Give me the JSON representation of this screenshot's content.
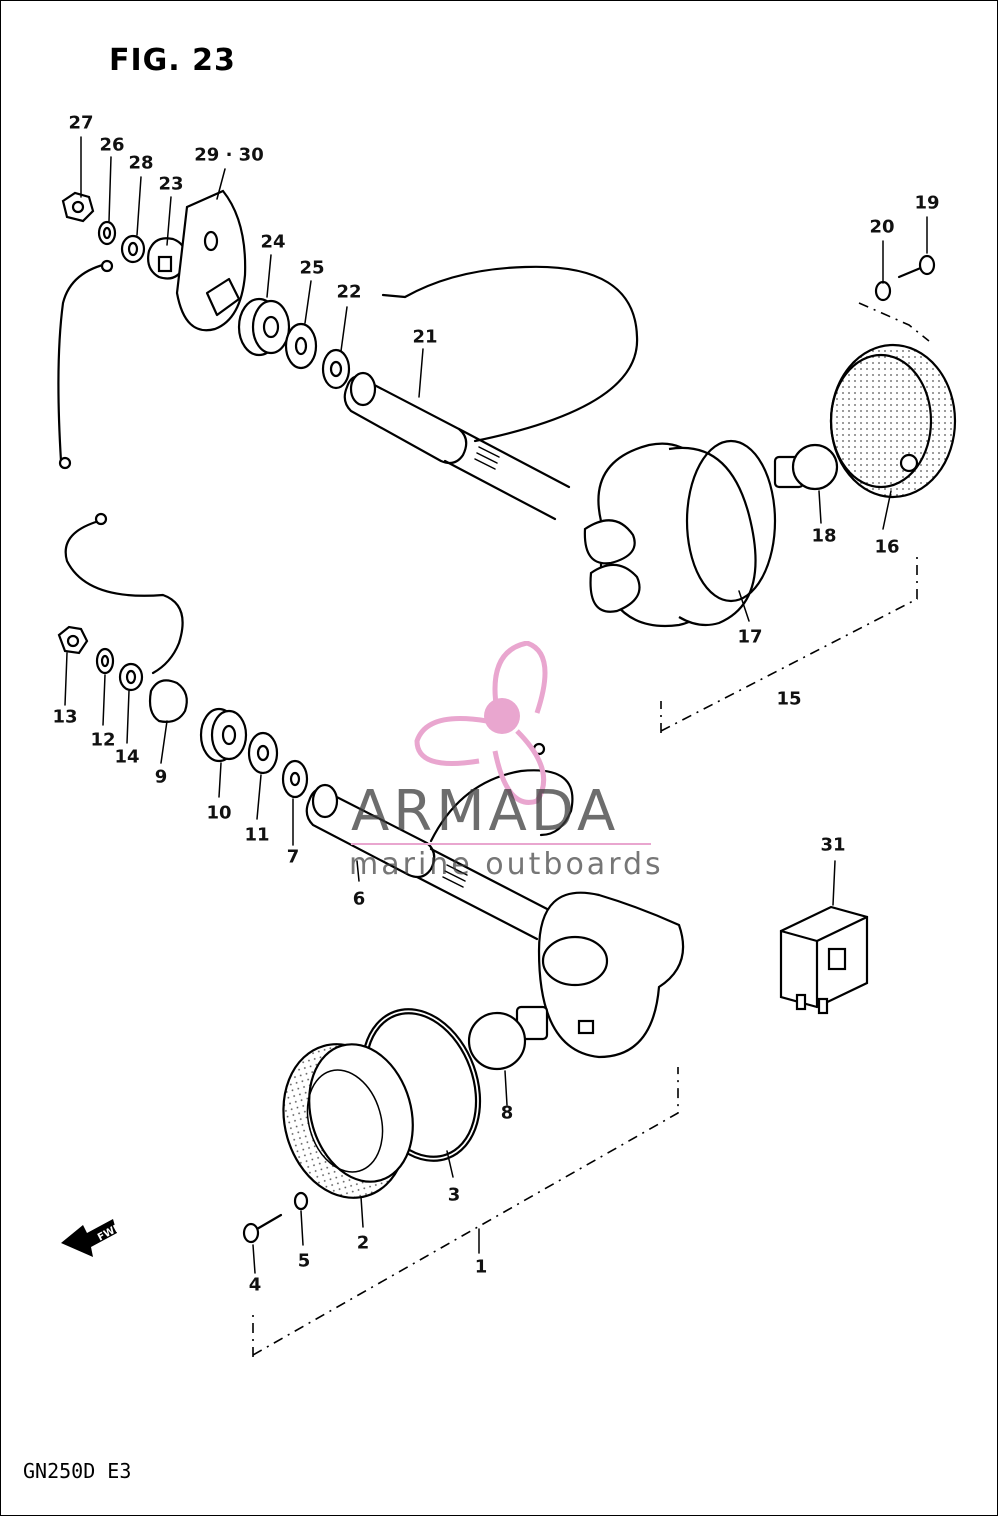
{
  "figure_title": "FIG. 23",
  "model_code": "GN250D  E3",
  "watermark": {
    "brand": "ARMADA",
    "tagline": "marine outboards",
    "color": "#e9a6cf"
  },
  "fwd_arrow_label": "FWD",
  "callouts": [
    {
      "id": "c1",
      "text": "1"
    },
    {
      "id": "c2",
      "text": "2"
    },
    {
      "id": "c3",
      "text": "3"
    },
    {
      "id": "c4",
      "text": "4"
    },
    {
      "id": "c5",
      "text": "5"
    },
    {
      "id": "c6",
      "text": "6"
    },
    {
      "id": "c7",
      "text": "7"
    },
    {
      "id": "c8",
      "text": "8"
    },
    {
      "id": "c9",
      "text": "9"
    },
    {
      "id": "c10",
      "text": "10"
    },
    {
      "id": "c11",
      "text": "11"
    },
    {
      "id": "c12",
      "text": "12"
    },
    {
      "id": "c13",
      "text": "13"
    },
    {
      "id": "c14",
      "text": "14"
    },
    {
      "id": "c15",
      "text": "15"
    },
    {
      "id": "c16",
      "text": "16"
    },
    {
      "id": "c17",
      "text": "17"
    },
    {
      "id": "c18",
      "text": "18"
    },
    {
      "id": "c19",
      "text": "19"
    },
    {
      "id": "c20",
      "text": "20"
    },
    {
      "id": "c21",
      "text": "21"
    },
    {
      "id": "c22",
      "text": "22"
    },
    {
      "id": "c23",
      "text": "23"
    },
    {
      "id": "c24",
      "text": "24"
    },
    {
      "id": "c25",
      "text": "25"
    },
    {
      "id": "c26",
      "text": "26"
    },
    {
      "id": "c27",
      "text": "27"
    },
    {
      "id": "c28",
      "text": "28"
    },
    {
      "id": "c2930",
      "text": "29 · 30"
    },
    {
      "id": "c31",
      "text": "31"
    }
  ]
}
